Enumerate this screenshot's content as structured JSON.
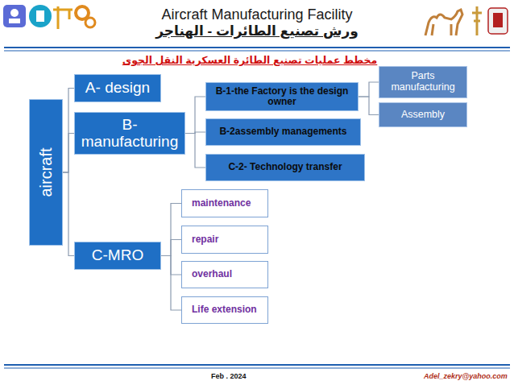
{
  "diagram": {
    "title": "Aircraft Manufacturing Facility",
    "nodes": [
      {
        "text": [
          "aircraft"
        ]
      },
      {
        "text": [
          "A- design"
        ]
      },
      {
        "text": [
          "B- manufacturing"
        ]
      },
      {
        "text": [
          "B-1-the Factory is the design owner"
        ]
      },
      {
        "text": [
          "Parts manufacturing"
        ]
      },
      {
        "text": [
          "Assembly"
        ]
      },
      {
        "text": [
          "B-2assembly managements"
        ]
      },
      {
        "text": [
          "C-2- Technology transfer"
        ]
      },
      {
        "text": [
          "C-MRO"
        ]
      },
      {
        "text": [
          "maintenance"
        ]
      },
      {
        "text": [
          "repair"
        ]
      },
      {
        "text": [
          "overhaul"
        ]
      },
      {
        "text": [
          "Life extension"
        ]
      }
    ],
    "edges": [
      {
        "from": 0,
        "to": 1,
        "arrow": "none"
      },
      {
        "from": 0,
        "to": 2,
        "arrow": "none"
      },
      {
        "from": 0,
        "to": 8,
        "arrow": "none"
      },
      {
        "from": 2,
        "to": 3,
        "arrow": "none"
      },
      {
        "from": 2,
        "to": 6,
        "arrow": "none"
      },
      {
        "from": 2,
        "to": 7,
        "arrow": "none"
      },
      {
        "from": 3,
        "to": 4,
        "arrow": "none"
      },
      {
        "from": 3,
        "to": 5,
        "arrow": "none"
      },
      {
        "from": 8,
        "to": 9,
        "arrow": "none"
      },
      {
        "from": 8,
        "to": 10,
        "arrow": "none"
      },
      {
        "from": 8,
        "to": 11,
        "arrow": "none"
      },
      {
        "from": 8,
        "to": 12,
        "arrow": "none"
      }
    ],
    "labels": [
      "ورش تصنيع الطائرات - الهناجر",
      "مخطط عمليات تصنيع الطائرة العسكرية النقل الجوى",
      "Feb . 2024",
      "Adel_zekry@yahoo.com"
    ]
  }
}
